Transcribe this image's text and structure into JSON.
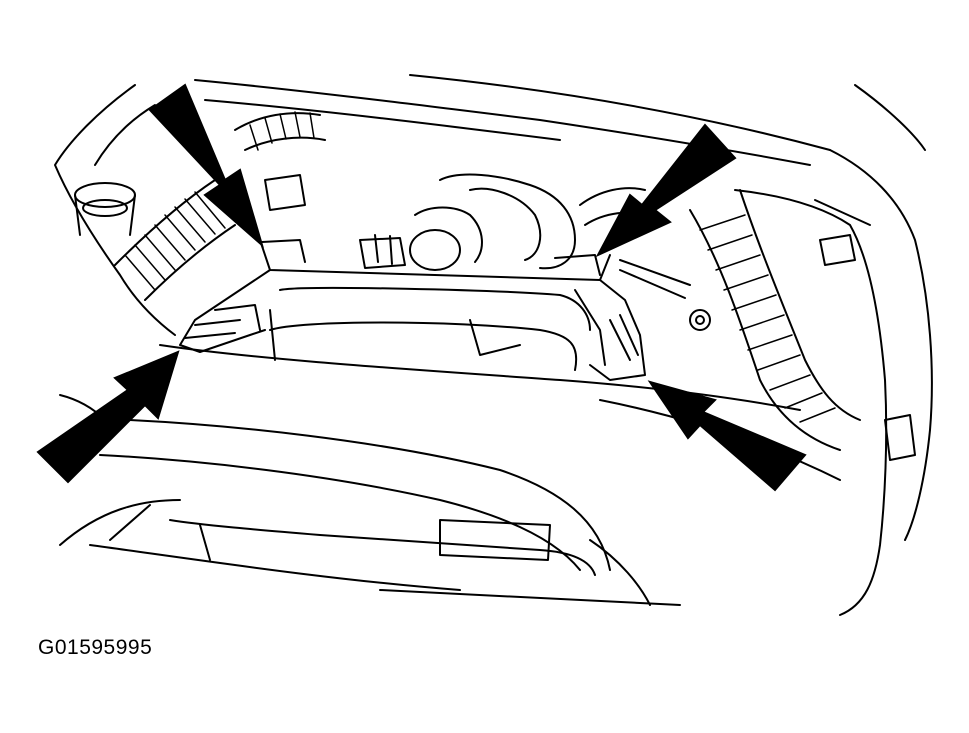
{
  "figure": {
    "id": "G01595995",
    "arrows": [
      {
        "name": "upper-left-arrow",
        "points_to": "left-rear-retaining-clip"
      },
      {
        "name": "upper-right-arrow",
        "points_to": "right-rear-retaining-clip"
      },
      {
        "name": "lower-left-arrow",
        "points_to": "left-front-retaining-clip"
      },
      {
        "name": "lower-right-arrow",
        "points_to": "right-front-retaining-clip"
      }
    ],
    "colors": {
      "line": "#000000",
      "background": "#ffffff"
    }
  }
}
